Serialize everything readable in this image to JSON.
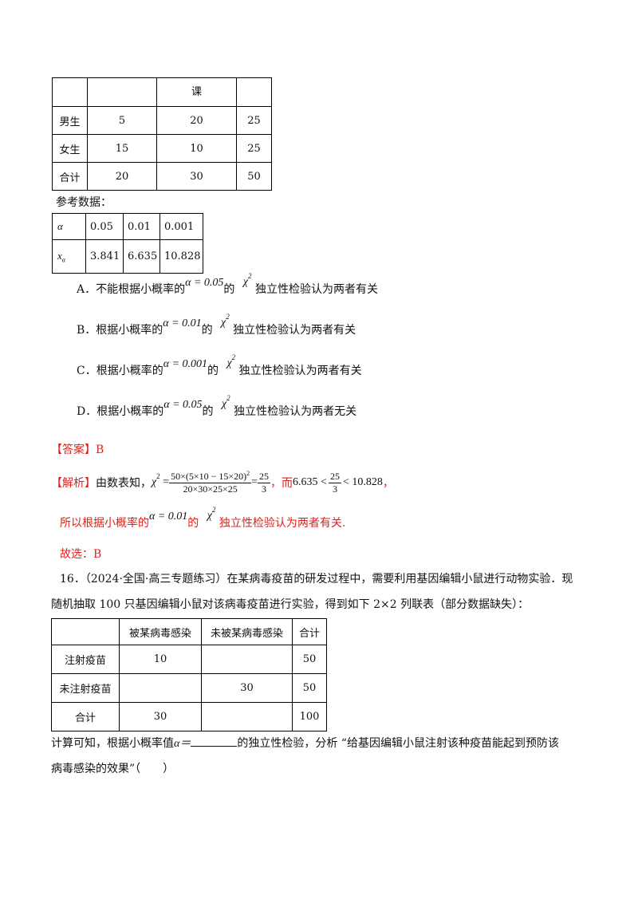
{
  "table1": {
    "header": [
      "",
      "课",
      ""
    ],
    "rows": [
      [
        "男生",
        "5",
        "20",
        "25"
      ],
      [
        "女生",
        "15",
        "10",
        "25"
      ],
      [
        "合计",
        "20",
        "30",
        "50"
      ]
    ]
  },
  "ref_label": "参考数据：",
  "ref_table": {
    "alpha_symbol": "α",
    "x_symbol": "x",
    "x_sub": "α",
    "alphas": [
      "0.05",
      "0.01",
      "0.001"
    ],
    "xs": [
      "3.841",
      "6.635",
      "10.828"
    ]
  },
  "options": [
    {
      "prefix": "A．不能根据小概率的",
      "alpha": "α = 0.05",
      "de": "的",
      "chi": "χ",
      "sq": "2",
      "suffix": "独立性检验认为两者有关"
    },
    {
      "prefix": "B．根据小概率的",
      "alpha": "α = 0.01",
      "de": "的",
      "chi": "χ",
      "sq": "2",
      "suffix": "独立性检验认为两者有关"
    },
    {
      "prefix": "C．根据小概率的",
      "alpha": "α = 0.001",
      "de": "的",
      "chi": "χ",
      "sq": "2",
      "suffix": "独立性检验认为两者有关"
    },
    {
      "prefix": "D．根据小概率的",
      "alpha": "α = 0.05",
      "de": "的",
      "chi": "χ",
      "sq": "2",
      "suffix": "独立性检验认为两者无关"
    }
  ],
  "answer": {
    "label": "【答案】",
    "value": "B"
  },
  "analysis": {
    "label": "【解析】",
    "text1": "由数表知，",
    "chi": "χ",
    "sq": "2",
    "eq": " = ",
    "frac1_num": "50×(5×10 − 15×20)",
    "frac1_num_sup": "2",
    "frac1_den": "20×30×25×25",
    "eq2": " = ",
    "frac2_num": "25",
    "frac2_den": "3",
    "comma": "，",
    "text2": "而",
    "ineq_left": "6.635 <",
    "frac3_num": "25",
    "frac3_den": "3",
    "ineq_right": "< 10.828",
    "end": "，"
  },
  "conclusion": {
    "prefix": "所以根据小概率的",
    "alpha": "α = 0.01",
    "de": "的",
    "chi": "χ",
    "sq": "2",
    "suffix": "独立性检验认为两者有关."
  },
  "choose": "故选：B",
  "q16": {
    "line1": "16．（2024·全国·高三专题练习）在某病毒疫苗的研发过程中，需要利用基因编辑小鼠进行动物实验．现",
    "line2": "随机抽取 100 只基因编辑小鼠对该病毒疫苗进行实验，得到如下 2×2 列联表（部分数据缺失）：",
    "table": {
      "header": [
        "",
        "被某病毒感染",
        "未被某病毒感染",
        "合计"
      ],
      "rows": [
        [
          "注射疫苗",
          "10",
          "",
          "50"
        ],
        [
          "未注射疫苗",
          "",
          "30",
          "50"
        ],
        [
          "合计",
          "30",
          "",
          "100"
        ]
      ]
    },
    "line3_a": "计算可知，根据小概率值",
    "line3_alpha": "α＝",
    "line3_b": "的独立性检验，分析 “给基因编辑小鼠注射该种疫苗能起到预防该",
    "line4": "病毒感染的效果”（　　）"
  }
}
